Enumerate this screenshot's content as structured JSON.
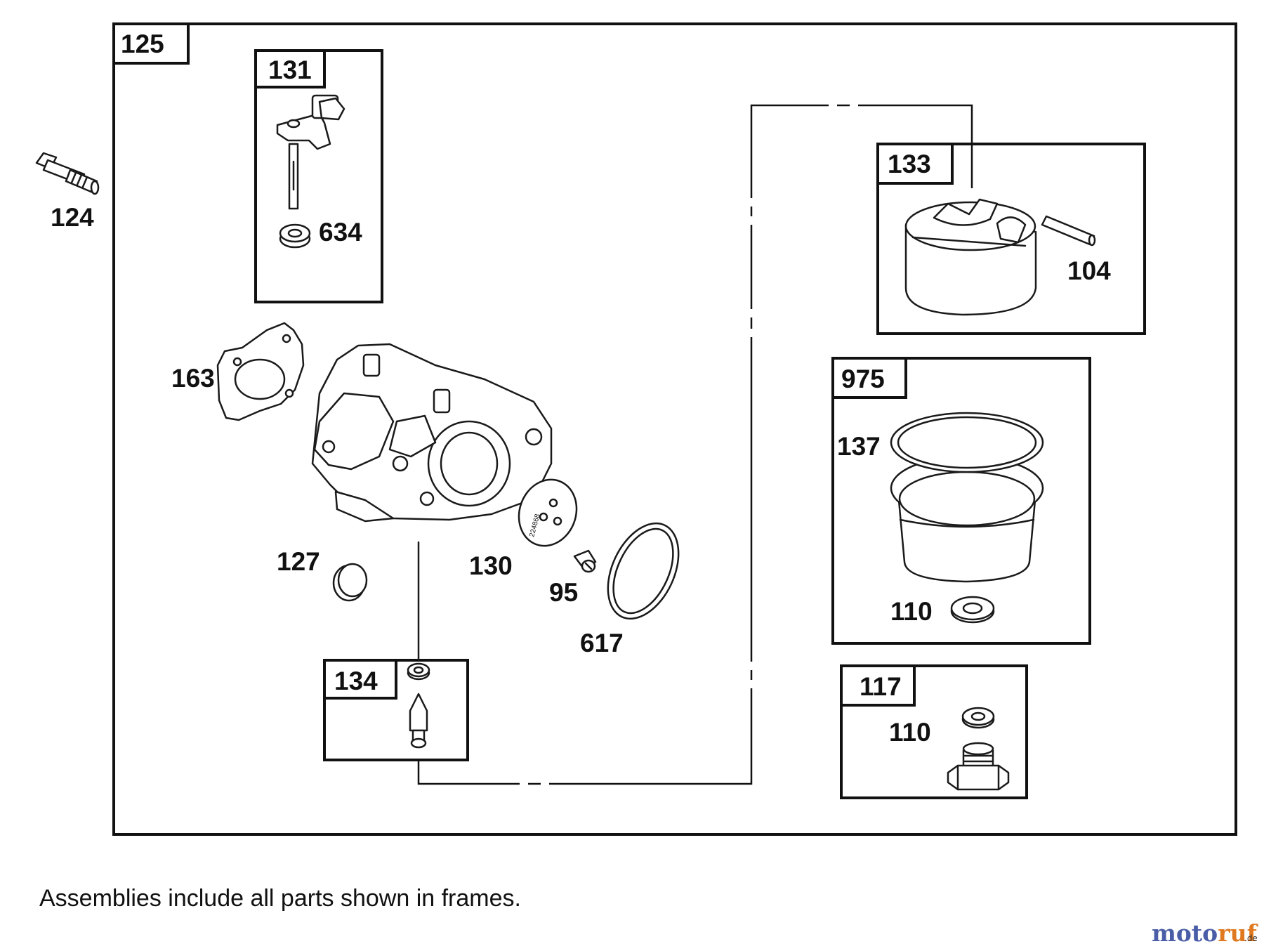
{
  "diagram": {
    "outer_assembly": "125",
    "frames": {
      "f131": "131",
      "f133": "133",
      "f975": "975",
      "f134": "134",
      "f117": "117"
    },
    "labels": {
      "p124": "124",
      "p634": "634",
      "p163": "163",
      "p127": "127",
      "p130": "130",
      "p95": "95",
      "p617": "617",
      "p104": "104",
      "p137": "137",
      "p110a": "110",
      "p110b": "110"
    },
    "stamp_text": "224868",
    "note": "Assemblies include all parts shown in frames.",
    "colors": {
      "line": "#1a1a1a",
      "background": "#ffffff",
      "watermark_blue": "#4a5ea8",
      "watermark_orange": "#e07820"
    }
  },
  "watermark": {
    "logo_text": "motoruf",
    "suffix": ".de"
  }
}
